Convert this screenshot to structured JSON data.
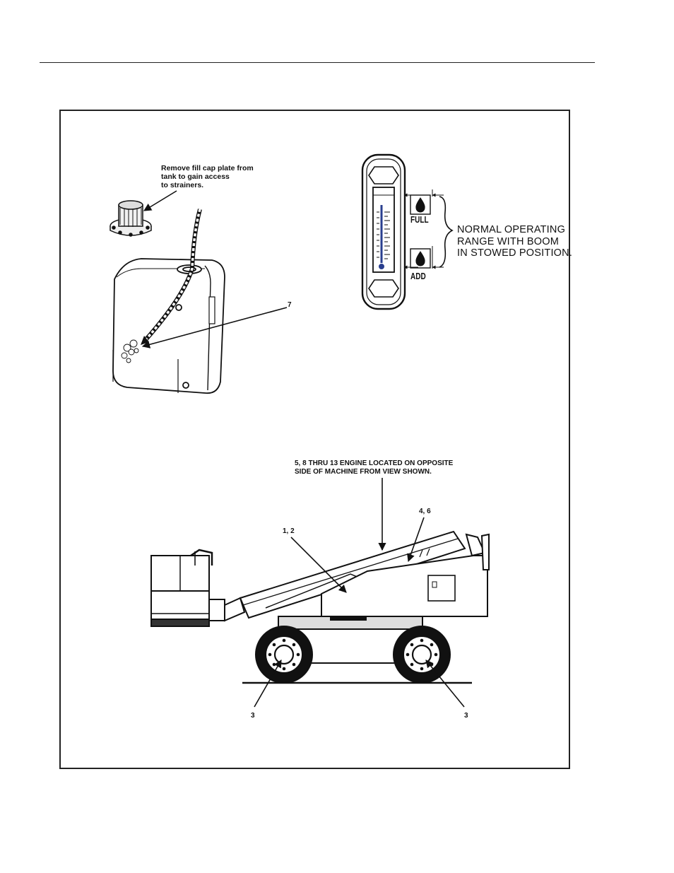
{
  "tank_callout": {
    "fill_cap_note": "Remove fill cap plate from\ntank to gain access\nto strainers.",
    "strainer_ref": "7"
  },
  "sight_gauge": {
    "full_label": "FULL",
    "add_label": "ADD",
    "range_note": "NORMAL OPERATING\nRANGE WITH BOOM\nIN STOWED POSITION."
  },
  "machine_callouts": {
    "engine_note": "5, 8 THRU 13 ENGINE LOCATED ON OPPOSITE\nSIDE OF MACHINE  FROM VIEW SHOWN.",
    "boom_ref": "1, 2",
    "turntable_ref": "4, 6",
    "front_wheel_ref": "3",
    "rear_wheel_ref": "3"
  }
}
